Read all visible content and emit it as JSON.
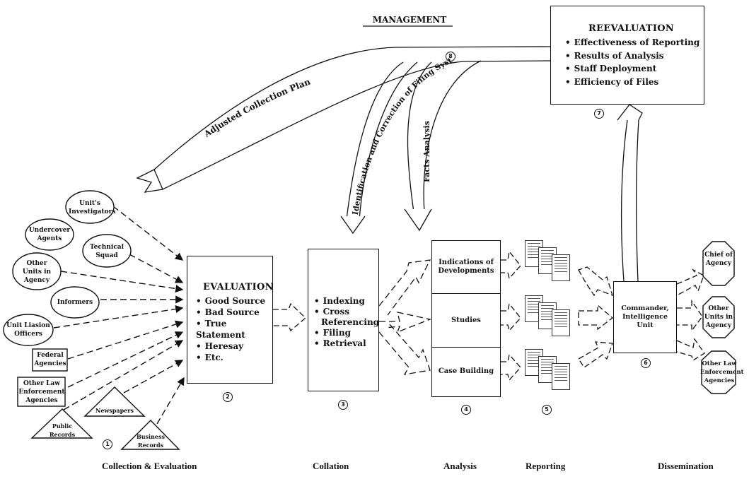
{
  "header": {
    "title": "MANAGEMENT"
  },
  "sources": {
    "ovals": [
      {
        "label": "Unit's Investigators"
      },
      {
        "label": "Undercover Agents"
      },
      {
        "label": "Technical Squad"
      },
      {
        "label": "Other Units in Agency"
      },
      {
        "label": "Informers"
      },
      {
        "label": "Unit Liasion Officers"
      }
    ],
    "rects": [
      {
        "label": "Federal Agencies"
      },
      {
        "label": "Other Law Enforcement Agencies"
      }
    ],
    "triangles": [
      {
        "label": "Newspapers"
      },
      {
        "label": "Public Records"
      },
      {
        "label": "Business Records"
      }
    ]
  },
  "evaluation": {
    "title": "EVALUATION",
    "items": [
      "Good Source",
      "Bad Source",
      "True Statement",
      "Heresay",
      "Etc."
    ],
    "step": "2"
  },
  "collation": {
    "items": [
      "Indexing",
      "Cross Referencing",
      "Filing",
      "Retrieval"
    ],
    "step": "3"
  },
  "analysis": {
    "cells": [
      "Indications of Developments",
      "Studies",
      "Case Building"
    ],
    "step": "4"
  },
  "reporting": {
    "step": "5"
  },
  "commander": {
    "label": "Commander, Intelligence Unit",
    "step": "6"
  },
  "reevaluation": {
    "title": "REEVALUATION",
    "items": [
      "Effectiveness of Reporting",
      "Results of Analysis",
      "Staff Deployment",
      "Efficiency of Files"
    ],
    "step": "7"
  },
  "feedback": {
    "step": "8",
    "arrows": [
      "Adjusted Collection Plan",
      "Identification and Correction of Filing System",
      "Facts Analysis"
    ]
  },
  "dissemination": {
    "targets": [
      "Chief of Agency",
      "Other Units in Agency",
      "Other Law Enforcement Agencies"
    ]
  },
  "collection_step": "1",
  "stages": [
    "Collection & Evaluation",
    "Collation",
    "Analysis",
    "Reporting",
    "Dissemination"
  ]
}
